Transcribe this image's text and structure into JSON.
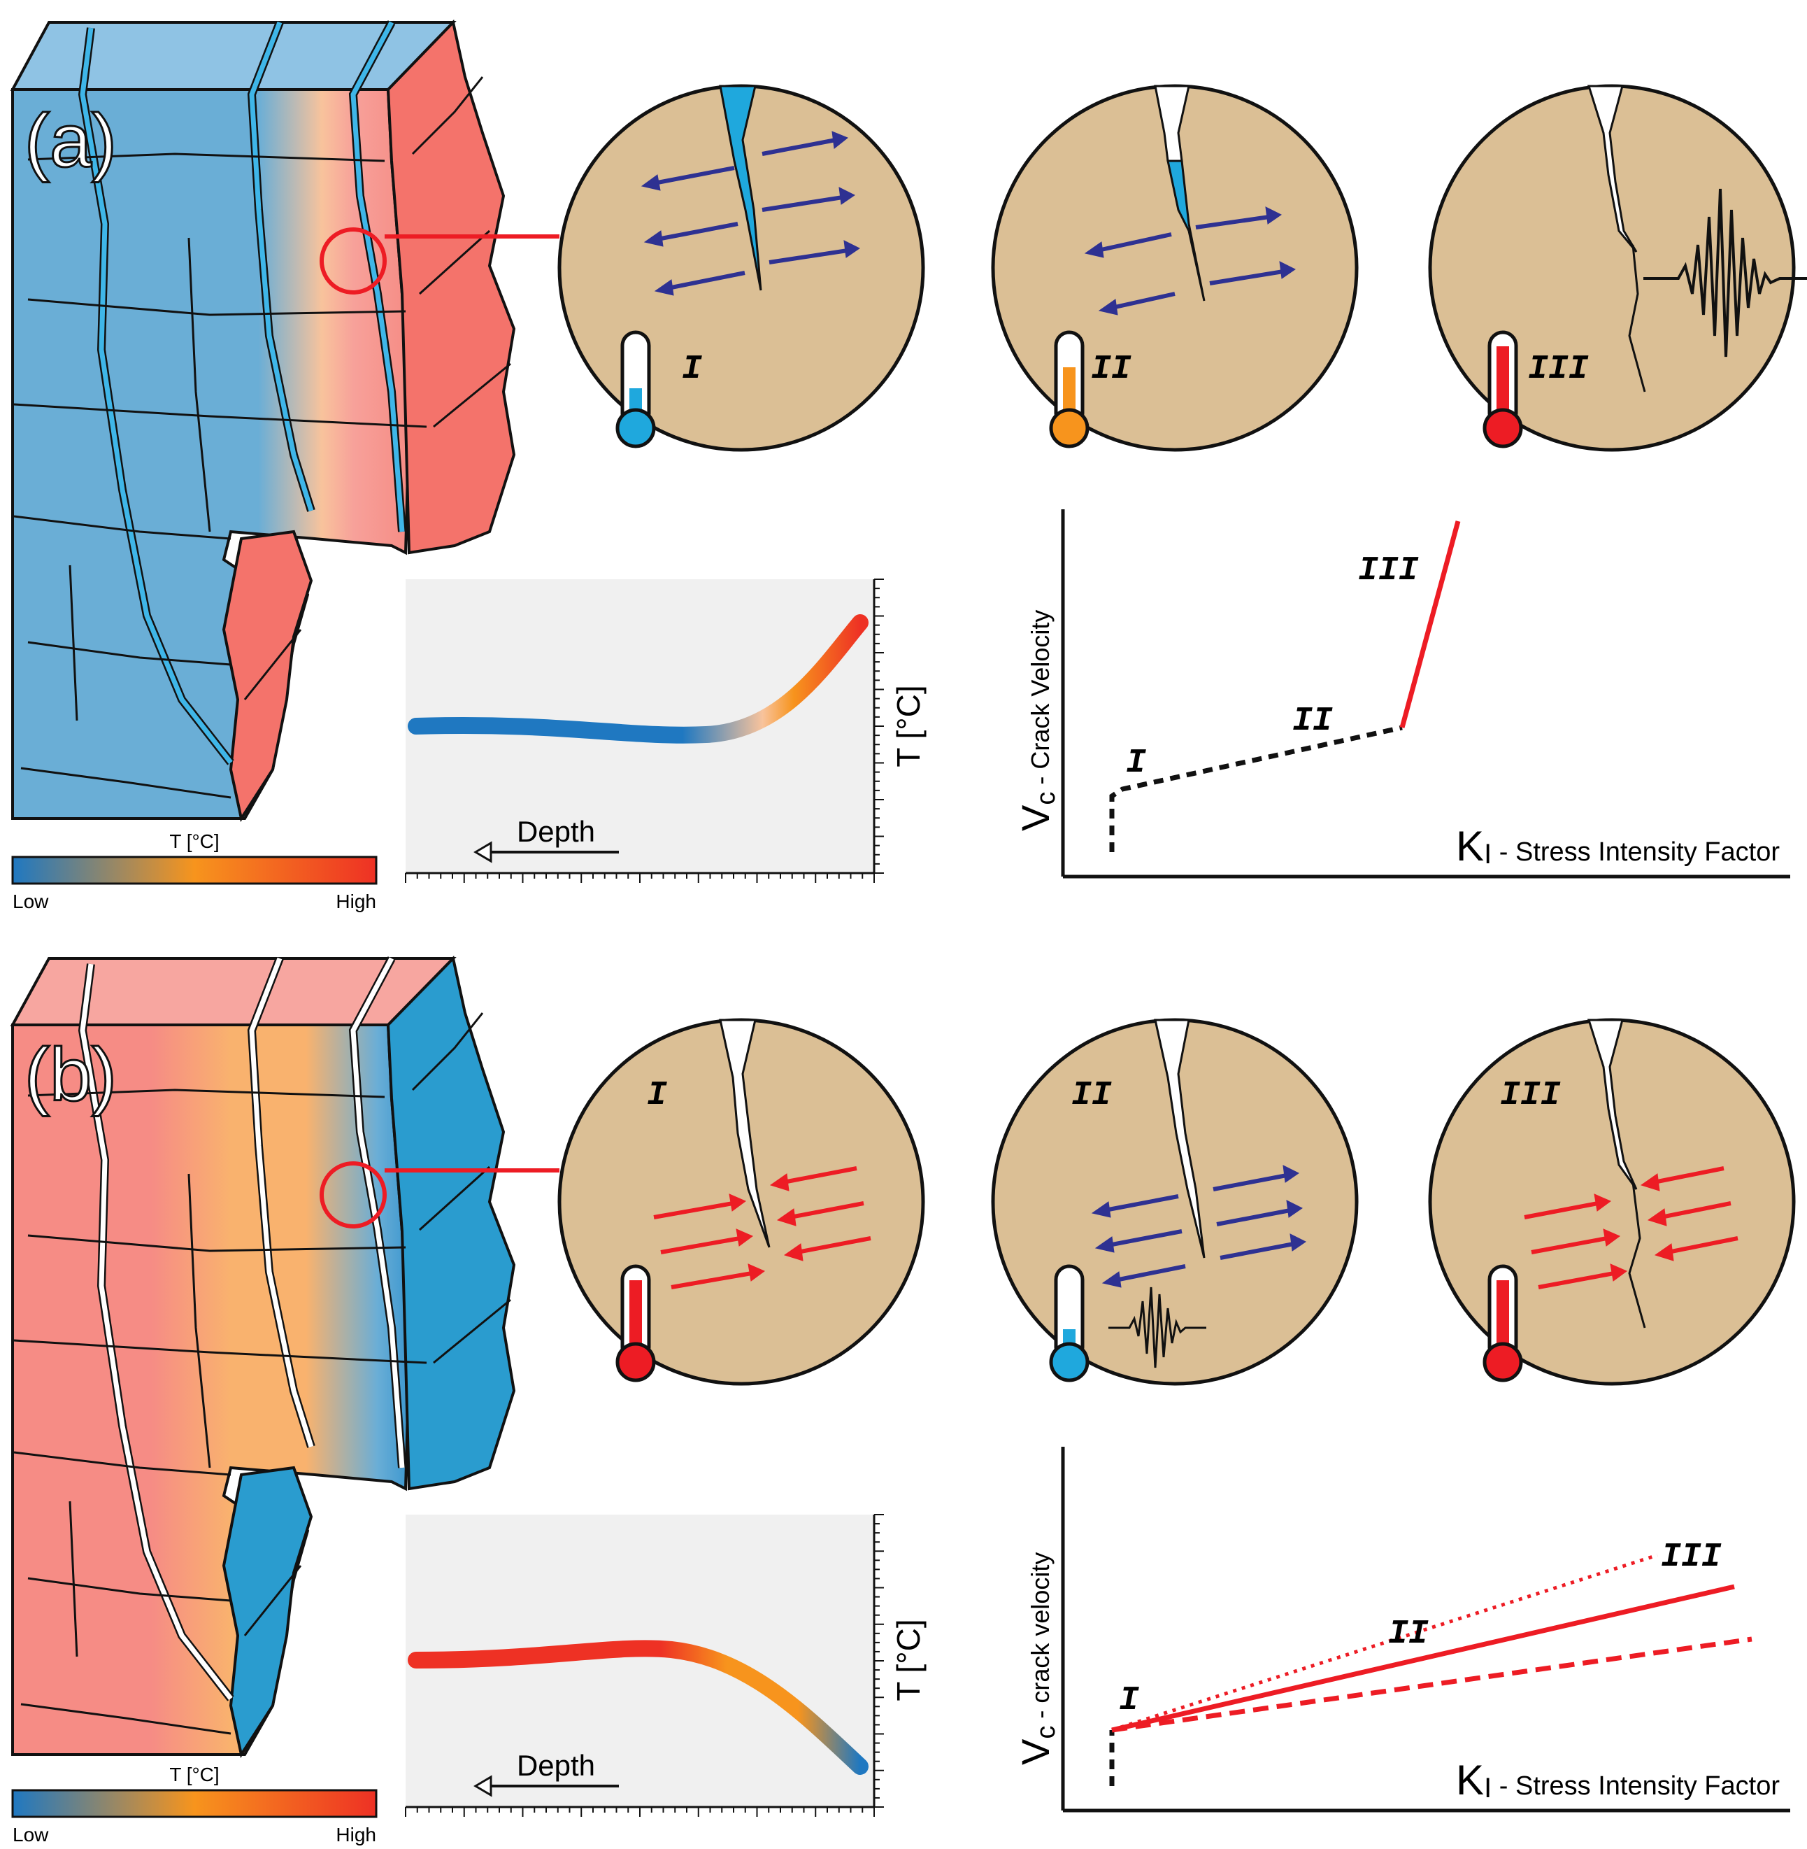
{
  "panels": [
    {
      "id": "a",
      "label": "(a)",
      "colorbar": {
        "title": "T [°C]",
        "low": "Low",
        "high": "High"
      },
      "profile": {
        "ylabel": "T [°C]",
        "xlabel": "Depth"
      },
      "circles": [
        {
          "stage": "I",
          "thermo": "cold",
          "arrows": "blue-tension",
          "crack": "water-filled",
          "wave": "none"
        },
        {
          "stage": "II",
          "thermo": "warm",
          "arrows": "blue-tension",
          "crack": "partly-filled",
          "wave": "none"
        },
        {
          "stage": "III",
          "thermo": "hot",
          "arrows": "none",
          "crack": "empty",
          "wave": "large"
        }
      ],
      "velocity_plot": {
        "ylabel_main": "V",
        "ylabel_sub": "c",
        "ylabel_rest": " - Crack Velocity",
        "xlabel_main": "K",
        "xlabel_sub": "I",
        "xlabel_rest": " - Stress Intensity Factor",
        "stages": [
          "I",
          "II",
          "III"
        ]
      }
    },
    {
      "id": "b",
      "label": "(b)",
      "colorbar": {
        "title": "T [°C]",
        "low": "Low",
        "high": "High"
      },
      "profile": {
        "ylabel": "T [°C]",
        "xlabel": "Depth"
      },
      "circles": [
        {
          "stage": "I",
          "thermo": "hot",
          "arrows": "red-compression",
          "crack": "empty",
          "wave": "none"
        },
        {
          "stage": "II",
          "thermo": "cold",
          "arrows": "blue-tension",
          "crack": "empty",
          "wave": "small"
        },
        {
          "stage": "III",
          "thermo": "hot",
          "arrows": "red-compression",
          "crack": "empty",
          "wave": "none"
        }
      ],
      "velocity_plot": {
        "ylabel_main": "V",
        "ylabel_sub": "c",
        "ylabel_rest": " - crack velocity",
        "xlabel_main": "K",
        "xlabel_sub": "I",
        "xlabel_rest": " - Stress Intensity Factor",
        "stages": [
          "I",
          "II",
          "III"
        ]
      }
    }
  ],
  "colors": {
    "cold": "#1f78c1",
    "cold_light": "#6aaed6",
    "warm": "#f7941d",
    "hot": "#ee3124",
    "hot_light": "#f68c85",
    "rock": "#dbbf95",
    "water": "#3fb6e8",
    "arrow_blue": "#2e3192",
    "arrow_red": "#ed1c24",
    "crack_line": "#ed1c24"
  }
}
